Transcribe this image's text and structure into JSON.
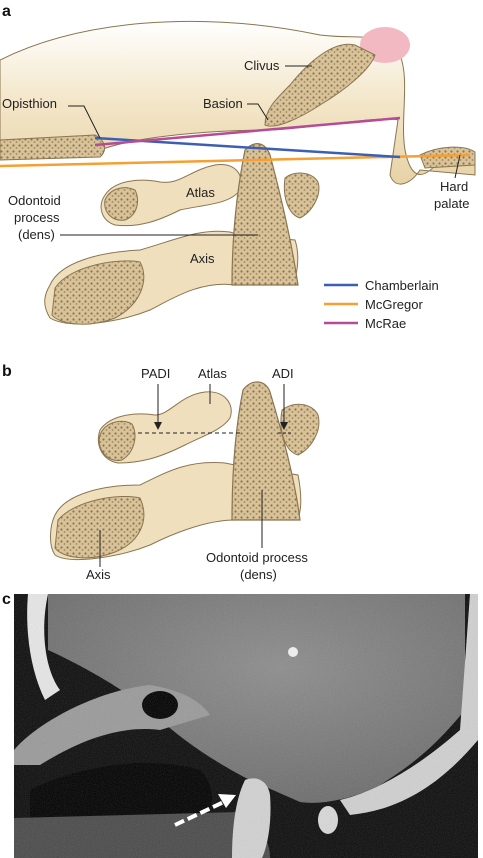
{
  "panels": {
    "a": {
      "letter": "a",
      "labels": {
        "clivus": "Clivus",
        "opisthion": "Opisthion",
        "basion": "Basion",
        "odontoid_line1": "Odontoid",
        "odontoid_line2": "process",
        "odontoid_line3": "(dens)",
        "atlas": "Atlas",
        "axis": "Axis",
        "hard_palate_line1": "Hard",
        "hard_palate_line2": "palate"
      },
      "legend": [
        {
          "name": "Chamberlain",
          "color": "#3c5fb3"
        },
        {
          "name": "McGregor",
          "color": "#f5a030"
        },
        {
          "name": "McRae",
          "color": "#b64b97"
        }
      ]
    },
    "b": {
      "letter": "b",
      "labels": {
        "padi": "PADI",
        "atlas": "Atlas",
        "adi": "ADI",
        "axis": "Axis",
        "odontoid_line1": "Odontoid process",
        "odontoid_line2": "(dens)"
      }
    },
    "c": {
      "letter": "c"
    }
  },
  "colors": {
    "bone": "#efdfbd",
    "bone_edge": "#8a7550",
    "marrow": "#b59766",
    "skull_shade": "#e9d8b0",
    "pink": "#f3b9c3"
  }
}
